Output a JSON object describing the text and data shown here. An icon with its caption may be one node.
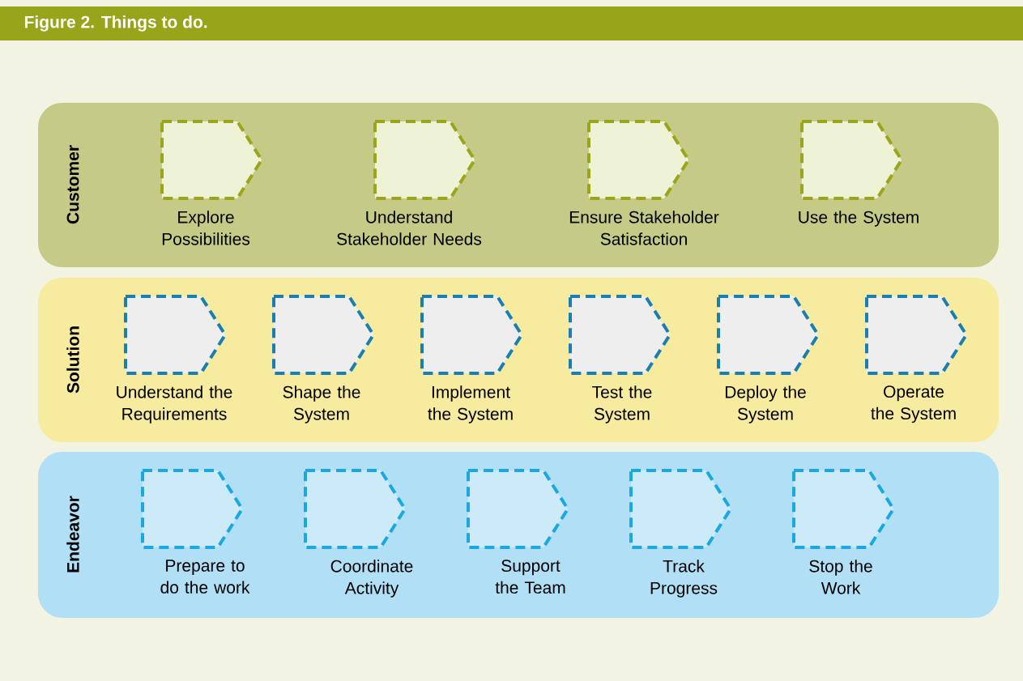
{
  "diagram": {
    "title": "Figure 2. Things to do.",
    "nodes": [
      {
        "text": [
          "Customer"
        ]
      },
      {
        "text": [
          "Explore Possibilities"
        ],
        "in": 0
      },
      {
        "text": [
          "Understand Stakeholder Needs"
        ],
        "in": 0
      },
      {
        "text": [
          "Ensure Stakeholder Satisfaction"
        ],
        "in": 0
      },
      {
        "text": [
          "Use the System"
        ],
        "in": 0
      },
      {
        "text": [
          "Solution"
        ]
      },
      {
        "text": [
          "Understand the Requirements"
        ],
        "in": 5
      },
      {
        "text": [
          "Shape the System"
        ],
        "in": 5
      },
      {
        "text": [
          "Implement the System"
        ],
        "in": 5
      },
      {
        "text": [
          "Test the System"
        ],
        "in": 5
      },
      {
        "text": [
          "Deploy the System"
        ],
        "in": 5
      },
      {
        "text": [
          "Operate the System"
        ],
        "in": 5
      },
      {
        "text": [
          "Endeavor"
        ]
      },
      {
        "text": [
          "Prepare to do the work"
        ],
        "in": 12
      },
      {
        "text": [
          "Coordinate Activity"
        ],
        "in": 12
      },
      {
        "text": [
          "Support the Team"
        ],
        "in": 12
      },
      {
        "text": [
          "Track Progress"
        ],
        "in": 12
      },
      {
        "text": [
          "Stop the Work"
        ],
        "in": 12
      }
    ]
  }
}
